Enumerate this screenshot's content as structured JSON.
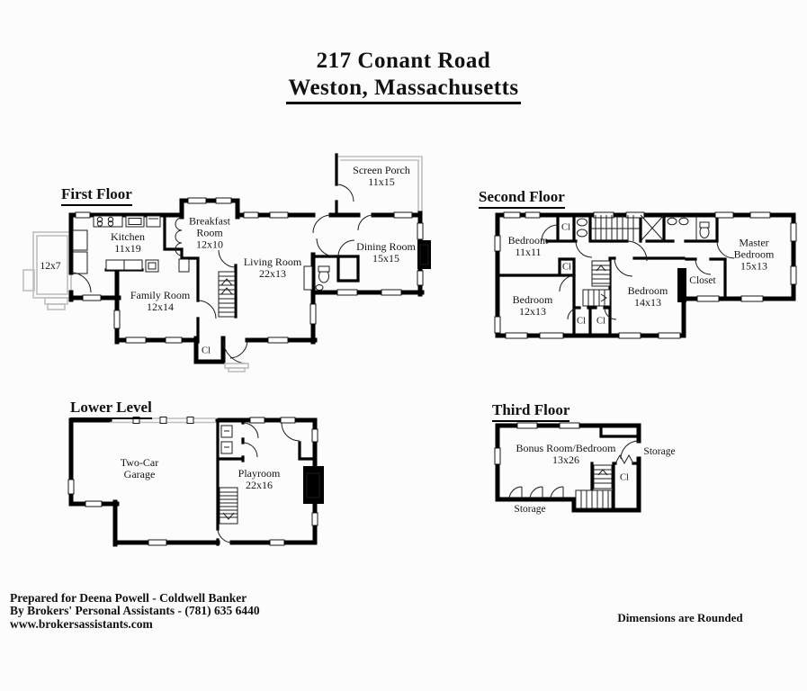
{
  "title": {
    "line1": "217 Conant Road",
    "line2": "Weston, Massachusetts"
  },
  "floors": {
    "first": {
      "heading": "First Floor",
      "rooms": {
        "deck": "12x7",
        "kitchen": "Kitchen\n11x19",
        "breakfast": "Breakfast\nRoom\n12x10",
        "screen_porch": "Screen Porch\n11x15",
        "living": "Living Room\n22x13",
        "dining": "Dining Room\n15x15",
        "family": "Family Room\n12x14",
        "closet": "Cl"
      }
    },
    "second": {
      "heading": "Second Floor",
      "rooms": {
        "bedroom_11x11": "Bedroom\n11x11",
        "bedroom_12x13": "Bedroom\n12x13",
        "bedroom_14x13": "Bedroom\n14x13",
        "master_bedroom": "Master\nBedroom\n15x13",
        "closet": "Closet",
        "cl_hall": "Cl",
        "cl_center": "Cl",
        "cl_left": "Cl",
        "cl_right": "Cl"
      }
    },
    "third": {
      "heading": "Third Floor",
      "rooms": {
        "bonus": "Bonus Room/Bedroom\n13x26",
        "storage_right": "Storage",
        "storage_bottom": "Storage",
        "closet": "Cl"
      }
    },
    "lower": {
      "heading": "Lower Level",
      "rooms": {
        "garage": "Two-Car\nGarage",
        "playroom": "Playroom\n22x16"
      }
    }
  },
  "footer": {
    "line1": "Prepared for Deena Powell - Coldwell Banker",
    "line2": "By Brokers' Personal Assistants - (781) 635 6440",
    "line3": "www.brokersassistants.com",
    "note": "Dimensions are Rounded"
  },
  "colors": {
    "walls": "#000000",
    "background": "#fcfcfc",
    "light_outline": "#bfbfbf"
  }
}
